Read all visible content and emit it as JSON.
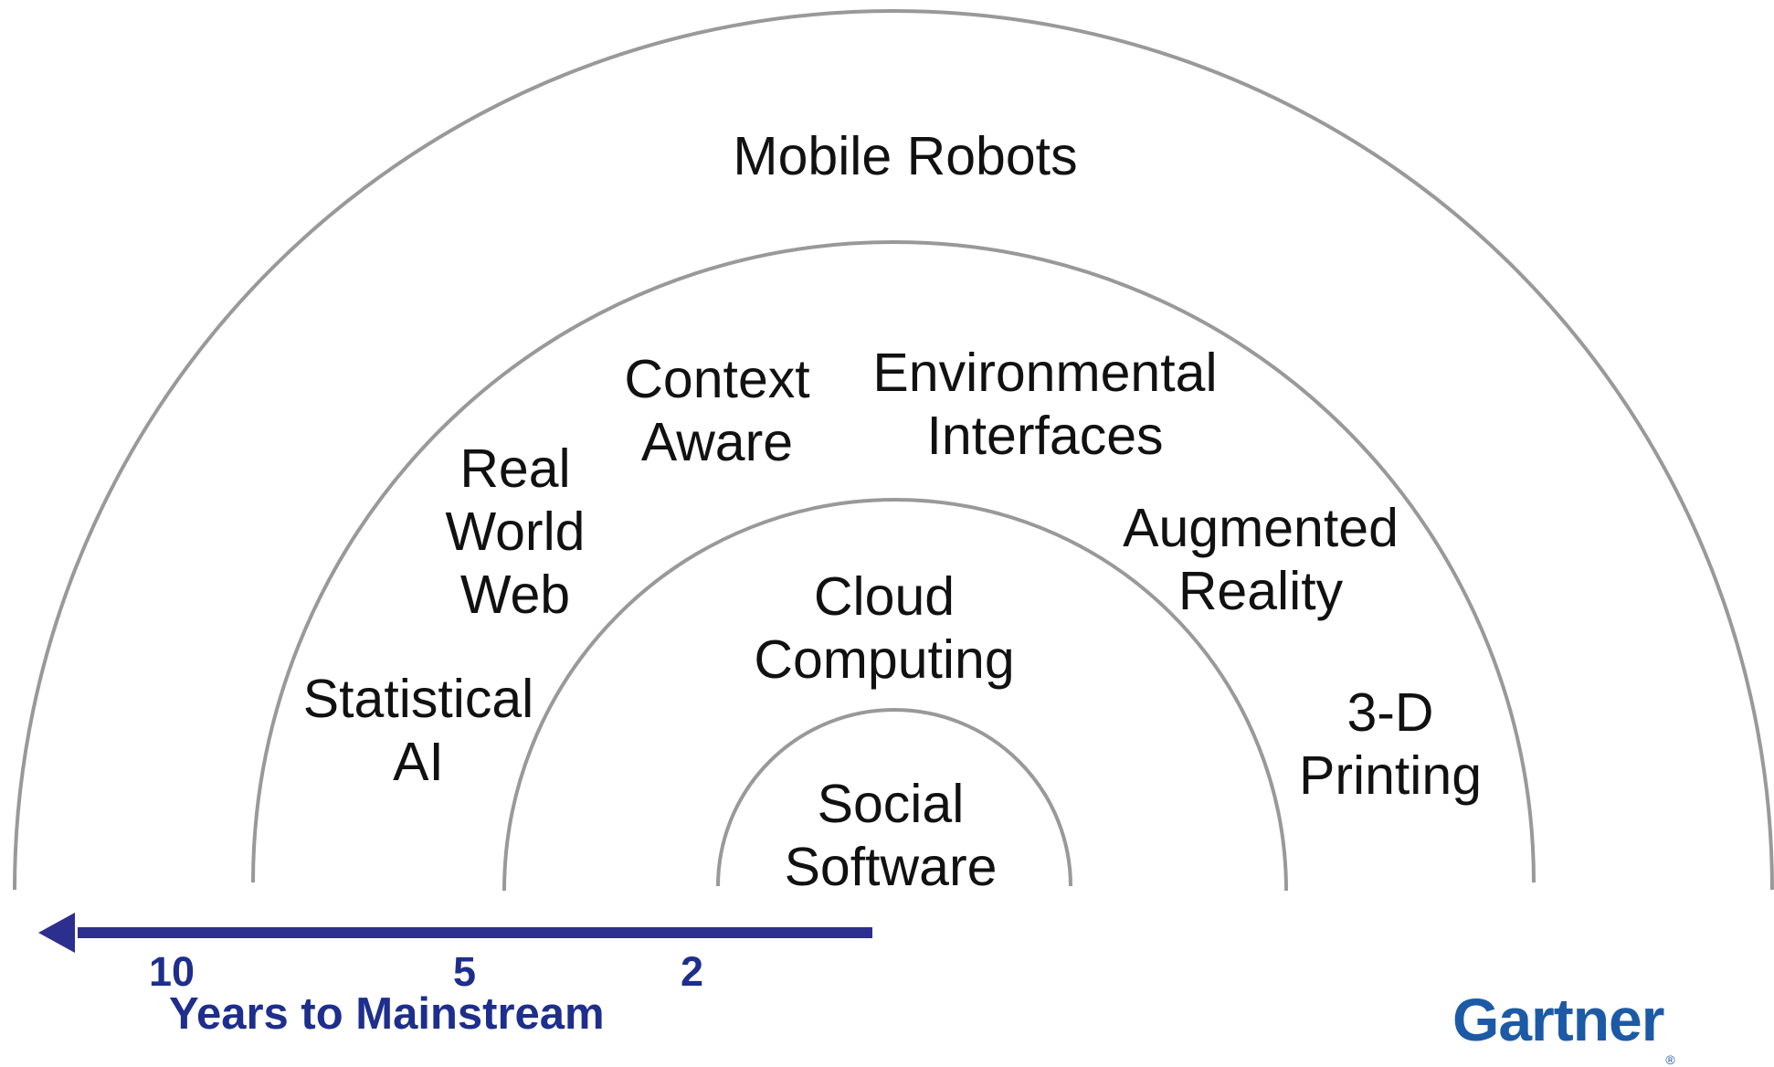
{
  "diagram": {
    "colors": {
      "ring": "#999999",
      "arrow": "#2d2f8f",
      "axis_text": "#1e2e8c",
      "brand": "#1c5aa6",
      "text": "#111111"
    },
    "rings": [
      {
        "name": "ring-1",
        "items": [
          [
            "Social",
            "Software"
          ]
        ]
      },
      {
        "name": "ring-2",
        "items": [
          [
            "Cloud",
            "Computing"
          ]
        ]
      },
      {
        "name": "ring-3",
        "items": [
          [
            "Statistical",
            "AI"
          ],
          [
            "Real",
            "World",
            "Web"
          ],
          [
            "Context",
            "Aware"
          ],
          [
            "Environmental",
            "Interfaces"
          ],
          [
            "Augmented",
            "Reality"
          ],
          [
            "3-D",
            "Printing"
          ]
        ]
      },
      {
        "name": "ring-4",
        "items": [
          [
            "Mobile Robots"
          ]
        ]
      }
    ],
    "axis": {
      "title": "Years to Mainstream",
      "ticks": [
        "10",
        "5",
        "2"
      ],
      "direction": "left"
    },
    "brand": "Gartner",
    "brand_mark": "®"
  }
}
